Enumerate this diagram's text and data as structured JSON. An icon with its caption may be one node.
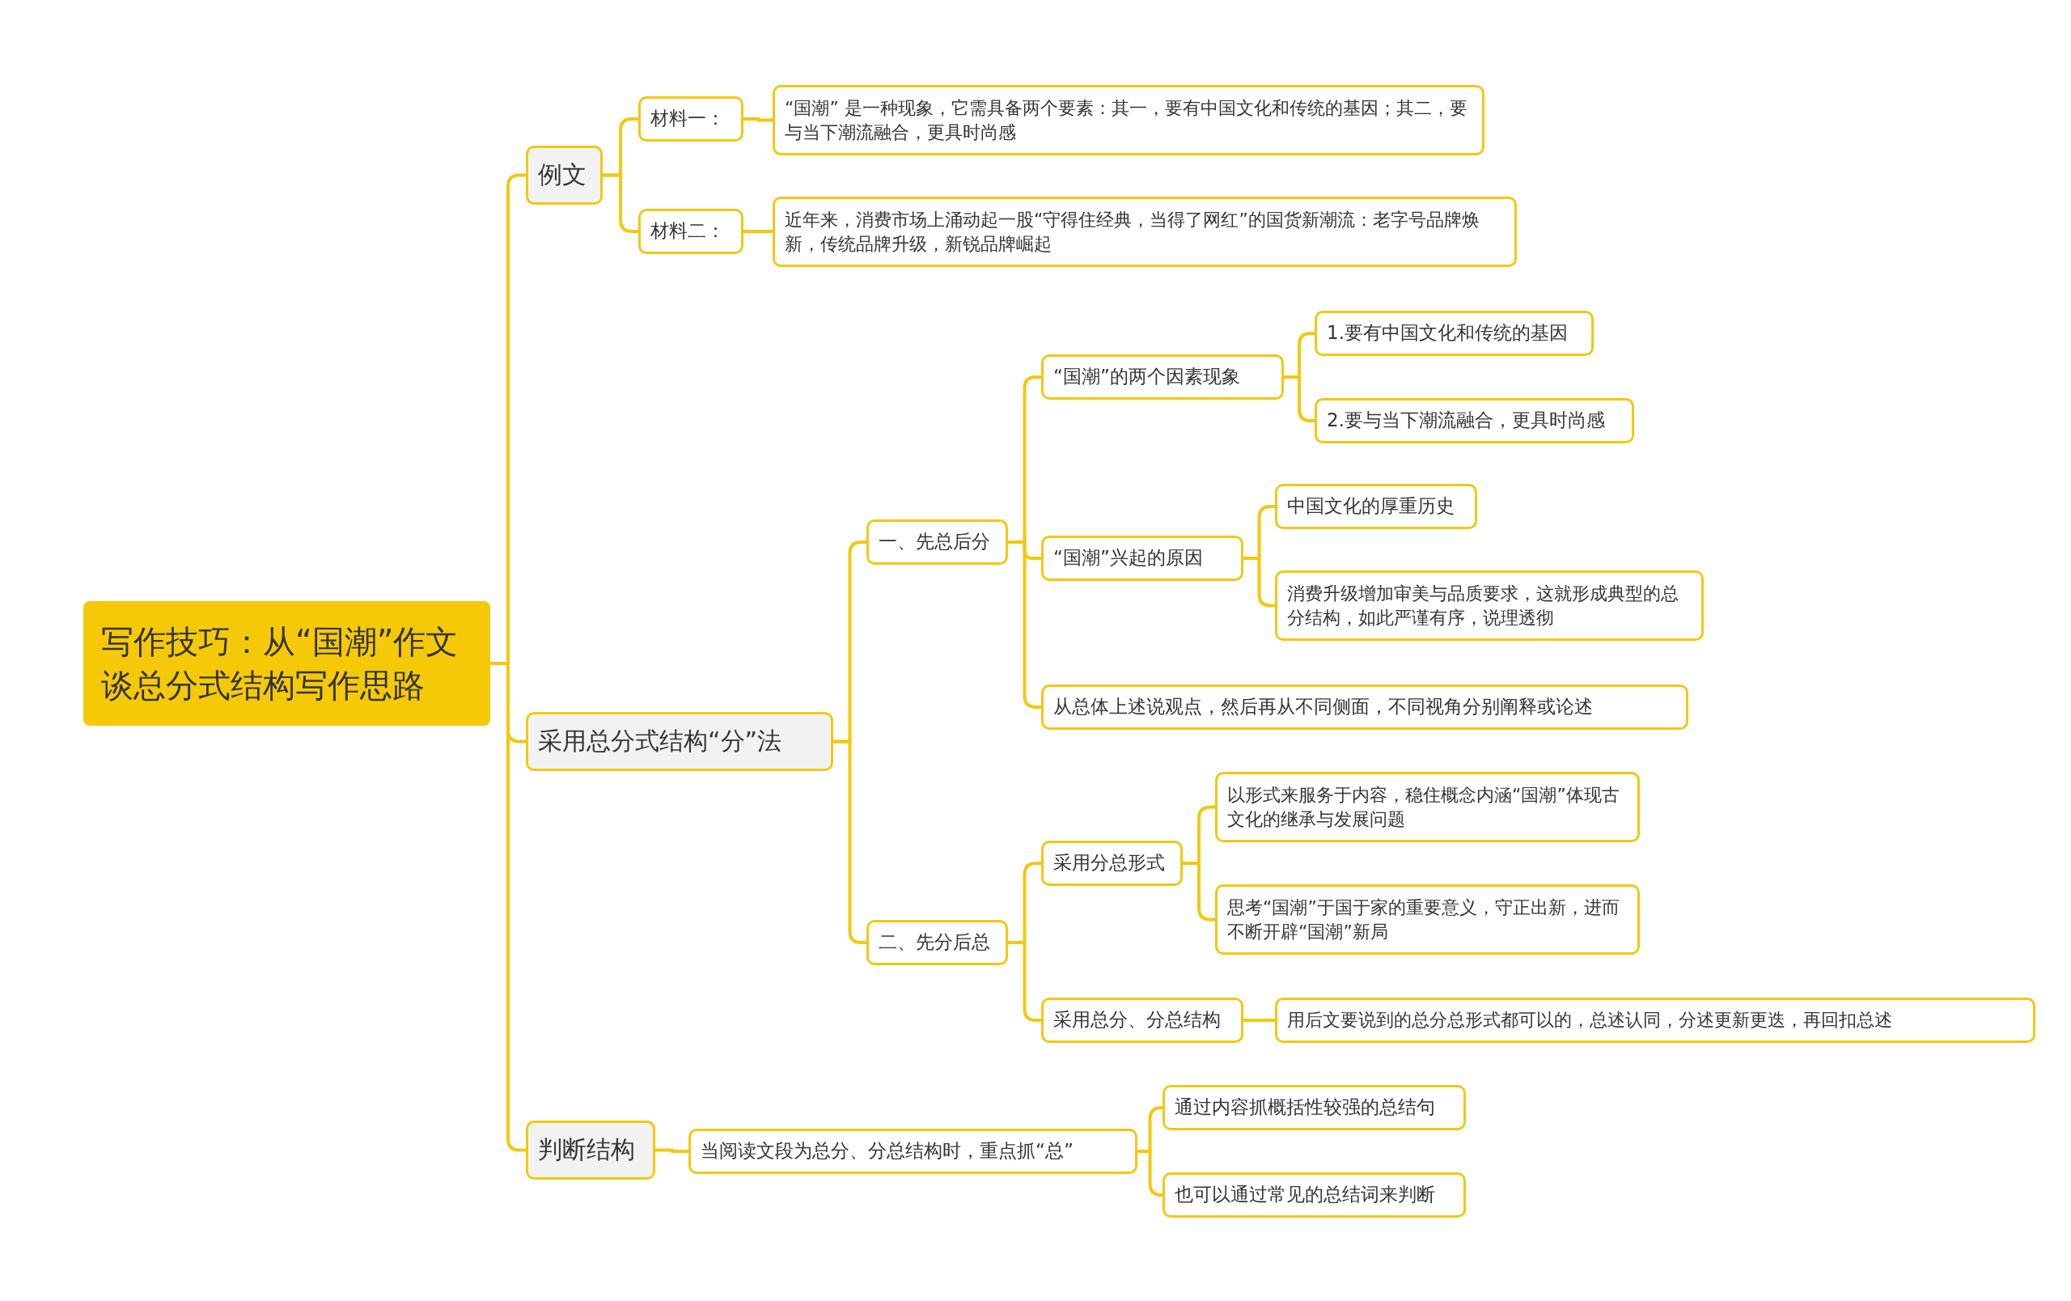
{
  "diagram": {
    "nodes": [
      {
        "text": [
          "写作技巧：从“国潮”作文谈总分式结构写作思路"
        ]
      },
      {
        "text": [
          "例文"
        ]
      },
      {
        "text": [
          "材料一："
        ]
      },
      {
        "text": [
          "“国潮” 是一种现象，它需具备两个要素：其一，要有中国文化和传统的基因；其二，要与当下潮流融合，更具时尚感"
        ]
      },
      {
        "text": [
          "材料二："
        ]
      },
      {
        "text": [
          "近年来，消费市场上涌动起一股“守得住经典，当得了网红”的国货新潮流：老字号品牌焕新，传统品牌升级，新锐品牌崛起"
        ]
      },
      {
        "text": [
          "采用总分式结构“分”法"
        ]
      },
      {
        "text": [
          "一、先总后分"
        ]
      },
      {
        "text": [
          "“国潮”的两个因素现象"
        ]
      },
      {
        "text": [
          "1.要有中国文化和传统的基因"
        ]
      },
      {
        "text": [
          "2.要与当下潮流融合，更具时尚感"
        ]
      },
      {
        "text": [
          "“国潮”兴起的原因"
        ]
      },
      {
        "text": [
          "中国文化的厚重历史"
        ]
      },
      {
        "text": [
          "消费升级增加审美与品质要求，这就形成典型的总分结构，如此严谨有序，说理透彻"
        ]
      },
      {
        "text": [
          "从总体上述说观点，然后再从不同侧面，不同视角分别阐释或论述"
        ]
      },
      {
        "text": [
          "二、先分后总"
        ]
      },
      {
        "text": [
          "采用分总形式"
        ]
      },
      {
        "text": [
          "以形式来服务于内容，稳住概念内涵“国潮”体现古文化的继承与发展问题"
        ]
      },
      {
        "text": [
          "思考“国潮”于国于家的重要意义，守正出新，进而不断开辟“国潮”新局"
        ]
      },
      {
        "text": [
          "采用总分、分总结构"
        ]
      },
      {
        "text": [
          "用后文要说到的总分总形式都可以的，总述认同，分述更新更迭，再回扣总述"
        ]
      },
      {
        "text": [
          "判断结构"
        ]
      },
      {
        "text": [
          "当阅读文段为总分、分总结构时，重点抓“总”"
        ]
      },
      {
        "text": [
          "通过内容抓概括性较强的总结句"
        ]
      },
      {
        "text": [
          "也可以通过常见的总结词来判断"
        ]
      }
    ],
    "edges": [
      {
        "from": 0,
        "to": 1,
        "arrow": "none"
      },
      {
        "from": 1,
        "to": 2,
        "arrow": "none"
      },
      {
        "from": 2,
        "to": 3,
        "arrow": "none"
      },
      {
        "from": 1,
        "to": 4,
        "arrow": "none"
      },
      {
        "from": 4,
        "to": 5,
        "arrow": "none"
      },
      {
        "from": 0,
        "to": 6,
        "arrow": "none"
      },
      {
        "from": 6,
        "to": 7,
        "arrow": "none"
      },
      {
        "from": 7,
        "to": 8,
        "arrow": "none"
      },
      {
        "from": 8,
        "to": 9,
        "arrow": "none"
      },
      {
        "from": 8,
        "to": 10,
        "arrow": "none"
      },
      {
        "from": 7,
        "to": 11,
        "arrow": "none"
      },
      {
        "from": 11,
        "to": 12,
        "arrow": "none"
      },
      {
        "from": 11,
        "to": 13,
        "arrow": "none"
      },
      {
        "from": 7,
        "to": 14,
        "arrow": "none"
      },
      {
        "from": 6,
        "to": 15,
        "arrow": "none"
      },
      {
        "from": 15,
        "to": 16,
        "arrow": "none"
      },
      {
        "from": 16,
        "to": 17,
        "arrow": "none"
      },
      {
        "from": 16,
        "to": 18,
        "arrow": "none"
      },
      {
        "from": 15,
        "to": 19,
        "arrow": "none"
      },
      {
        "from": 19,
        "to": 20,
        "arrow": "none"
      },
      {
        "from": 0,
        "to": 21,
        "arrow": "none"
      },
      {
        "from": 21,
        "to": 22,
        "arrow": "none"
      },
      {
        "from": 22,
        "to": 23,
        "arrow": "none"
      },
      {
        "from": 22,
        "to": 24,
        "arrow": "none"
      }
    ]
  }
}
